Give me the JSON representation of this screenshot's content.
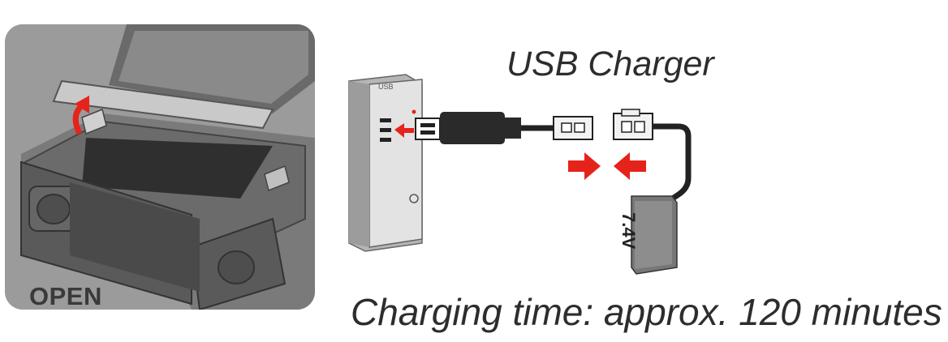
{
  "panel": {
    "label": "OPEN"
  },
  "usb": {
    "title": "USB Charger",
    "port_text": "USB"
  },
  "battery": {
    "voltage": "7.4V"
  },
  "charging": {
    "text": "Charging time: approx. 120 minutes"
  },
  "colors": {
    "arrow": "#e5231b",
    "panel_bg": "#9a9a9a",
    "dark": "#3a3a3a"
  }
}
